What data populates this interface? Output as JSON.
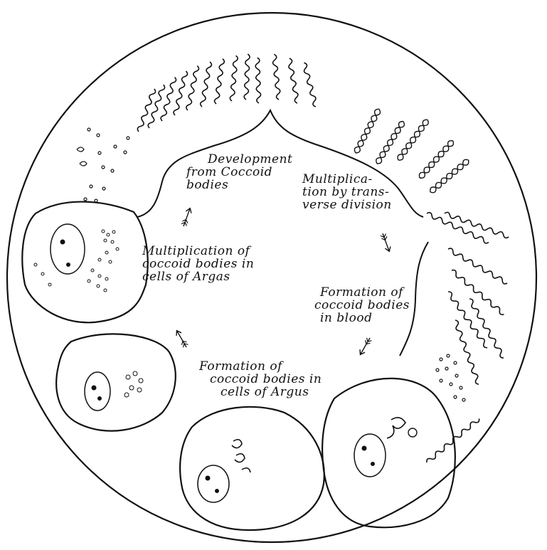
{
  "diagram": {
    "stages": [
      {
        "id": "development",
        "lines": [
          "Development",
          "from Coccoid",
          "bodies"
        ]
      },
      {
        "id": "multiplication-transverse",
        "lines": [
          "Multiplica-",
          "tion by trans-",
          "verse division"
        ]
      },
      {
        "id": "formation-blood",
        "lines": [
          "Formation of",
          "coccoid bodies",
          "in blood"
        ]
      },
      {
        "id": "formation-argus",
        "lines": [
          "Formation of",
          "coccoid bodies in",
          "cells of Argus"
        ]
      },
      {
        "id": "multiplication-argas",
        "lines": [
          "Multiplication of",
          "coccoid bodies in",
          "cells of Argas"
        ]
      }
    ]
  }
}
